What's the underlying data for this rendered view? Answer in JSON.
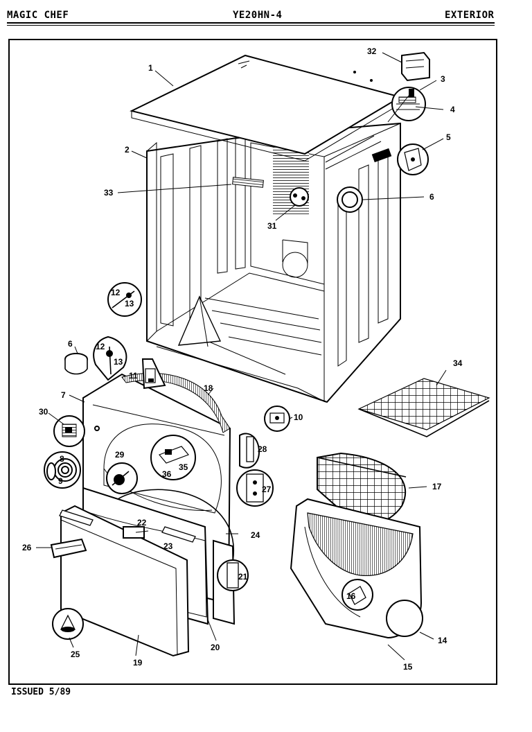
{
  "header": {
    "brand": "MAGIC CHEF",
    "model": "YE20HN-4",
    "section": "EXTERIOR"
  },
  "footer": {
    "issued": "ISSUED 5/89"
  },
  "callouts": [
    {
      "id": "c1",
      "label": "1"
    },
    {
      "id": "c2",
      "label": "2"
    },
    {
      "id": "c3",
      "label": "3"
    },
    {
      "id": "c4",
      "label": "4"
    },
    {
      "id": "c5",
      "label": "5"
    },
    {
      "id": "c6a",
      "label": "6"
    },
    {
      "id": "c6b",
      "label": "6"
    },
    {
      "id": "c7",
      "label": "7"
    },
    {
      "id": "c8",
      "label": "8"
    },
    {
      "id": "c9",
      "label": "9"
    },
    {
      "id": "c10",
      "label": "10"
    },
    {
      "id": "c11",
      "label": "11"
    },
    {
      "id": "c12a",
      "label": "12"
    },
    {
      "id": "c13a",
      "label": "13"
    },
    {
      "id": "c12b",
      "label": "12"
    },
    {
      "id": "c13b",
      "label": "13"
    },
    {
      "id": "c14",
      "label": "14"
    },
    {
      "id": "c15",
      "label": "15"
    },
    {
      "id": "c16",
      "label": "16"
    },
    {
      "id": "c17",
      "label": "17"
    },
    {
      "id": "c18",
      "label": "18"
    },
    {
      "id": "c19",
      "label": "19"
    },
    {
      "id": "c20",
      "label": "20"
    },
    {
      "id": "c21",
      "label": "21"
    },
    {
      "id": "c22",
      "label": "22"
    },
    {
      "id": "c23",
      "label": "23"
    },
    {
      "id": "c24",
      "label": "24"
    },
    {
      "id": "c25",
      "label": "25"
    },
    {
      "id": "c26",
      "label": "26"
    },
    {
      "id": "c27",
      "label": "27"
    },
    {
      "id": "c28",
      "label": "28"
    },
    {
      "id": "c29",
      "label": "29"
    },
    {
      "id": "c30",
      "label": "30"
    },
    {
      "id": "c31",
      "label": "31"
    },
    {
      "id": "c32",
      "label": "32"
    },
    {
      "id": "c33",
      "label": "33"
    },
    {
      "id": "c34",
      "label": "34"
    },
    {
      "id": "c35",
      "label": "35"
    },
    {
      "id": "c36",
      "label": "36"
    }
  ]
}
